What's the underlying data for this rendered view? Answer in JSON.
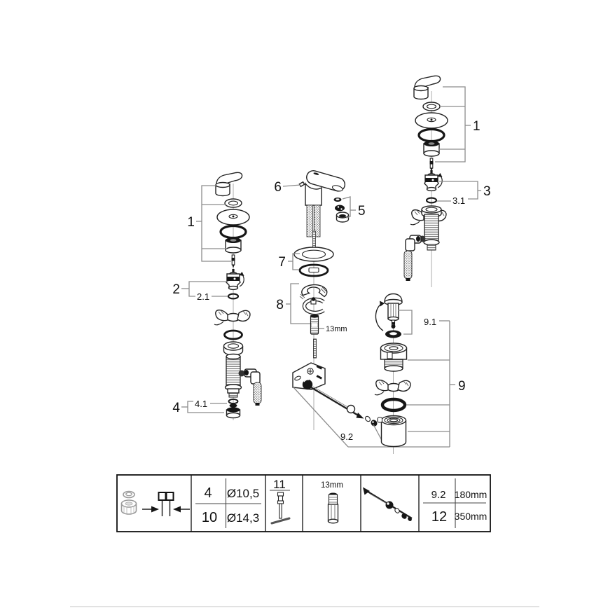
{
  "diagram": {
    "callouts": {
      "handle_kit_left": "1",
      "handle_kit_right": "1",
      "cartridge": "2",
      "cartridge_oring": "2.1",
      "cartridge_kit_right": "3",
      "cartridge_oring_right": "3.1",
      "valve_nut": "4",
      "valve_nut_seal": "4.1",
      "aerator": "5",
      "spout_pin": "6",
      "mounting_washers": "7",
      "mounting_clamp": "8",
      "drain_assembly": "9",
      "drain_plug": "9.1",
      "popup_rod": "9.2",
      "stud_size": "13mm"
    }
  },
  "legend_table": {
    "nut_table": {
      "rows": [
        {
          "ref": "4",
          "value": "Ø10,5"
        },
        {
          "ref": "10",
          "value": "Ø14,3"
        }
      ]
    },
    "pin_wrench_ref": "11",
    "socket_size": "13mm",
    "rod_table": {
      "rows": [
        {
          "ref": "9.2",
          "value": "180mm"
        },
        {
          "ref": "12",
          "value": "350mm"
        }
      ]
    }
  },
  "colors": {
    "line": "#222222",
    "leader": "#8c8c8c",
    "background": "#ffffff"
  }
}
